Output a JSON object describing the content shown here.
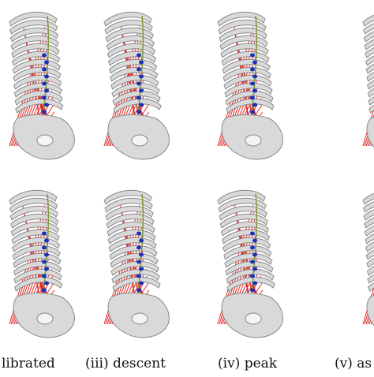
{
  "figure": {
    "captions": [
      "librated",
      "(iii) descent",
      "(iv) peak",
      "(v) as"
    ],
    "colors": {
      "bone": "#d9d9d9",
      "bone_edge": "#8a8a8a",
      "muscle_line": "#e01010",
      "vertebra_blue": "#1c2fb8",
      "spine_green": "#7a9a3a",
      "background": "#ffffff"
    }
  }
}
